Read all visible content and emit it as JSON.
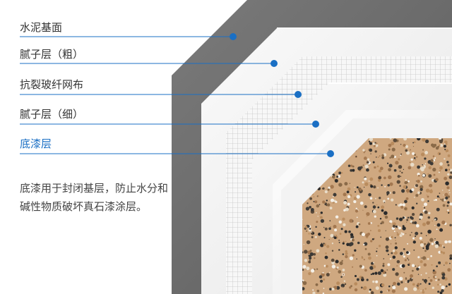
{
  "layers": [
    {
      "id": "cement",
      "label": "水泥基面"
    },
    {
      "id": "putty-coarse",
      "label": "腻子层（粗）"
    },
    {
      "id": "mesh",
      "label": "抗裂玻纤网布"
    },
    {
      "id": "putty-fine",
      "label": "腻子层（细）"
    },
    {
      "id": "primer",
      "label": "底漆层"
    }
  ],
  "active_layer": "primer",
  "description": "底漆用于封闭基层，防止水分和碱性物质破坏真石漆涂层。",
  "colors": {
    "accent": "#1a6fc4",
    "cement": "#6b6b6b",
    "putty": "#f2f2f2",
    "mesh_line": "#bdbdbd",
    "stone_base": "#cfa880"
  }
}
